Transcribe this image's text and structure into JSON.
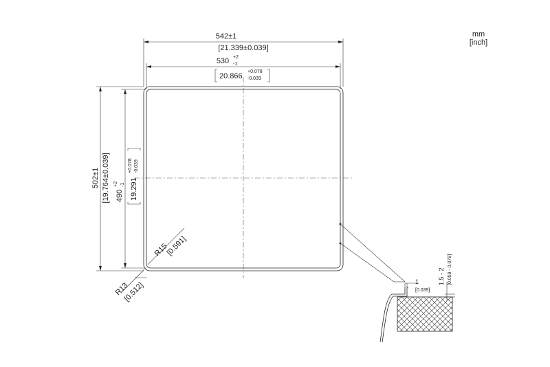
{
  "units": {
    "primary": "mm",
    "secondary": "[inch]"
  },
  "outer_width": {
    "mm": "542±1",
    "inch": "[21.339±0.039]"
  },
  "inner_width": {
    "mm": "530",
    "mm_tol_upper": "+2",
    "mm_tol_lower": "-1",
    "inch": "20.866",
    "inch_tol_upper": "+0.078",
    "inch_tol_lower": "-0.039"
  },
  "outer_height": {
    "mm": "502±1",
    "inch": "[19.764±0.039]"
  },
  "inner_height": {
    "mm": "490",
    "mm_tol_upper": "+2",
    "mm_tol_lower": "-1",
    "inch": "19.291",
    "inch_tol_upper": "+0.078",
    "inch_tol_lower": "-0.039"
  },
  "radius_inner": {
    "mm": "R15",
    "inch": "[0.591]"
  },
  "radius_outer": {
    "mm": "R13",
    "inch": "[0.512]"
  },
  "detail_flange": {
    "mm": "1",
    "inch": "[0.039]"
  },
  "detail_gap": {
    "mm": "1.5 - 2",
    "inch": "[0.059 - 0.079]"
  }
}
